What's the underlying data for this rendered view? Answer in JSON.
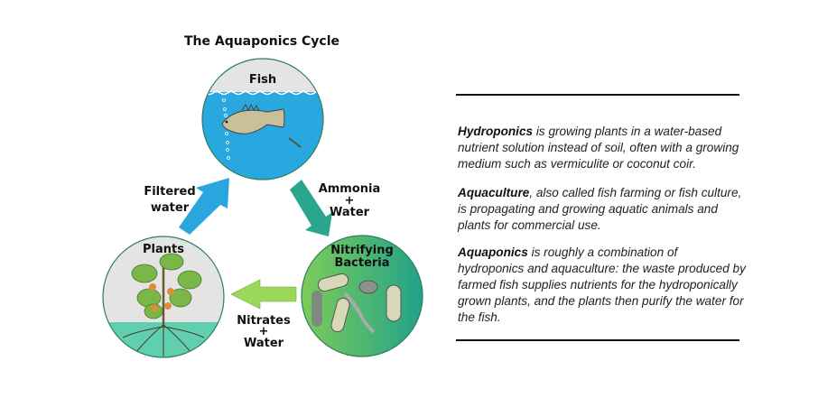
{
  "diagram": {
    "title": "The Aquaponics Cycle",
    "nodes": {
      "fish": "Fish",
      "bacteria_line1": "Nitrifying",
      "bacteria_line2": "Bacteria",
      "plants": "Plants"
    },
    "arrows": {
      "fish_to_bacteria": [
        "Ammonia",
        "+",
        "Water"
      ],
      "bacteria_to_plants": [
        "Nitrates",
        "+",
        "Water"
      ],
      "plants_to_fish": [
        "Filtered",
        "water"
      ]
    },
    "colors": {
      "water": "#29a8e0",
      "teal_arrow": "#2aa68f",
      "green_arrow": "#9bd85a",
      "blue_arrow": "#2aa6df",
      "bacteria_bg": "#3aa86a"
    }
  },
  "definitions": [
    {
      "term": "Hydroponics",
      "text": " is growing plants in a water-based nutrient solution instead of soil, often with a growing medium such as vermiculite or coconut coir."
    },
    {
      "term": "Aquaculture",
      "text": ", also called fish farming or fish culture, is propagating and growing aquatic animals and plants for commercial use."
    },
    {
      "term": "Aquaponics",
      "text": " is roughly a combination of hydroponics and aquaculture: the waste produced by farmed fish supplies nutrients for the hydroponically grown plants, and the plants then purify the water for the fish."
    }
  ]
}
